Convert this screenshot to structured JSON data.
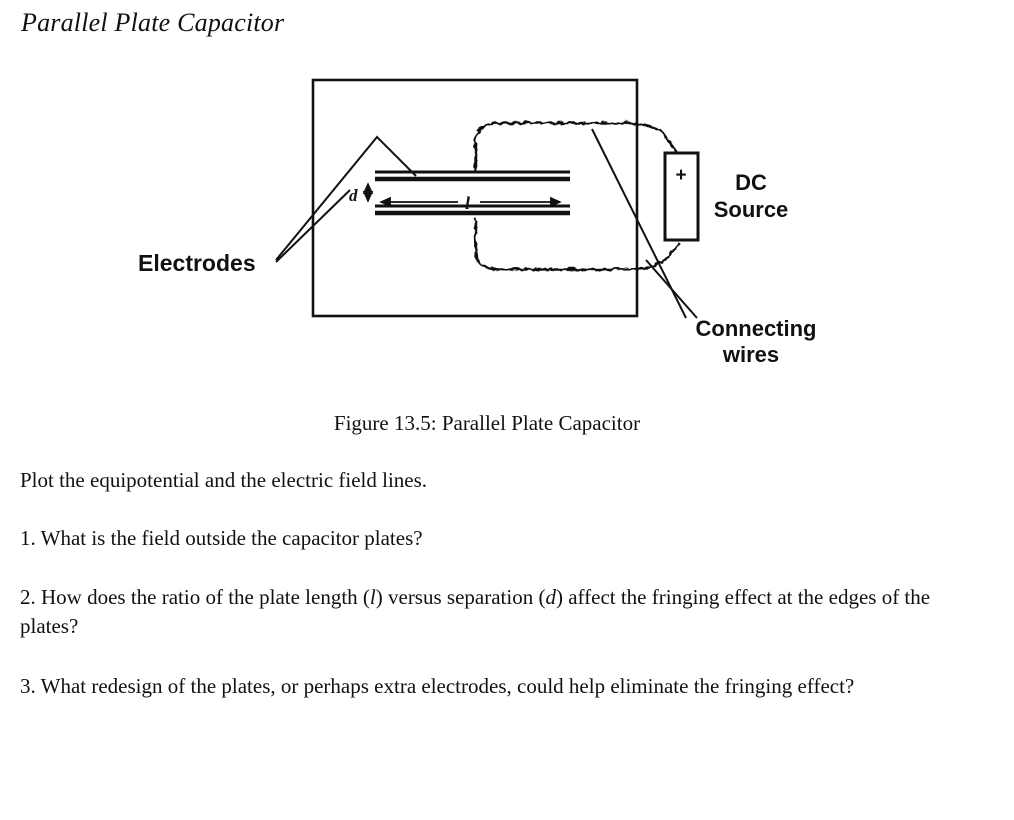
{
  "page": {
    "title": "Parallel Plate Capacitor"
  },
  "figure": {
    "caption": "Figure 13.5: Parallel Plate Capacitor",
    "labels": {
      "electrodes": "Electrodes",
      "dc_line1": "DC",
      "dc_line2": "Source",
      "wires_line1": "Connecting",
      "wires_line2": "wires",
      "battery_plus": "+",
      "dim_d": "d",
      "dim_l": "l"
    }
  },
  "body": {
    "intro": "Plot the equipotential and the electric field lines.",
    "q1": "1. What is the field outside the capacitor plates?",
    "q2": {
      "p1": "2. How does the ratio of the plate length (",
      "v1": "l",
      "p2": ") versus separation (",
      "v2": "d",
      "p3": ") affect the fringing effect at the edges of the plates?"
    },
    "q3": "3. What redesign of the plates, or perhaps extra electrodes, could help eliminate the fringing effect?"
  },
  "colors": {
    "ink": "#111111",
    "paper": "#ffffff"
  }
}
